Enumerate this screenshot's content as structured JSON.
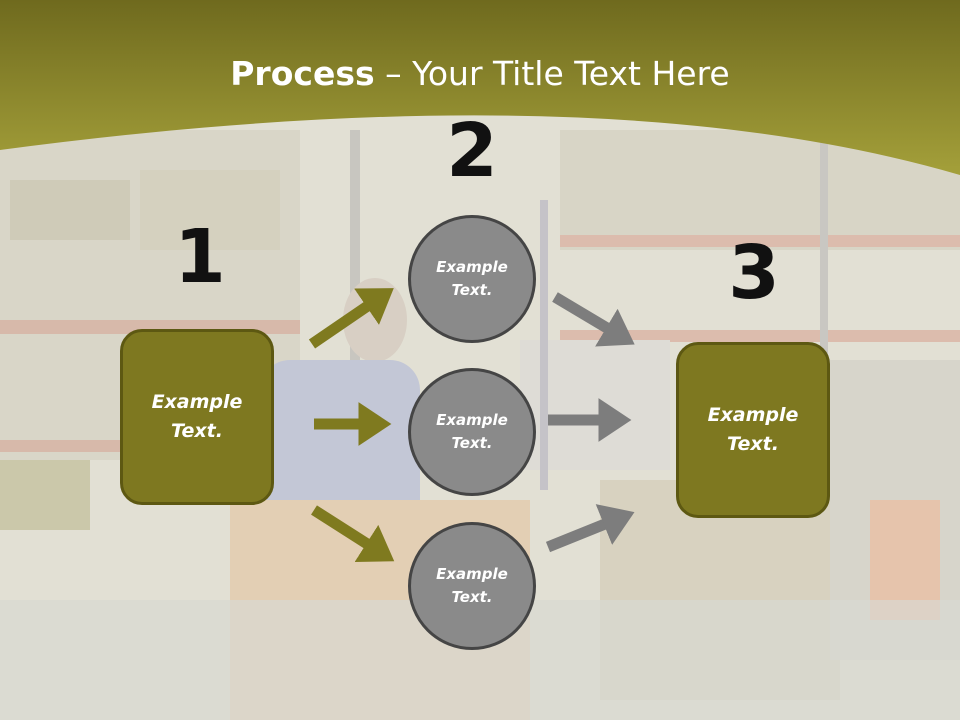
{
  "title": {
    "bold": "Process",
    "rest": " – Your Title Text Here"
  },
  "colors": {
    "header": "#7f7a1f",
    "box_fill": "#7e7820",
    "box_border": "#5d5812",
    "circle_fill": "#8a8a8a",
    "circle_border": "#454545",
    "arrow_olive": "#7f7a1f",
    "arrow_gray": "#7d7d7d"
  },
  "steps": {
    "step1": {
      "number": "1",
      "text": "Example Text."
    },
    "step2": {
      "number": "2",
      "items": [
        {
          "text": "Example Text."
        },
        {
          "text": "Example Text."
        },
        {
          "text": "Example Text."
        }
      ]
    },
    "step3": {
      "number": "3",
      "text": "Example Text."
    }
  }
}
